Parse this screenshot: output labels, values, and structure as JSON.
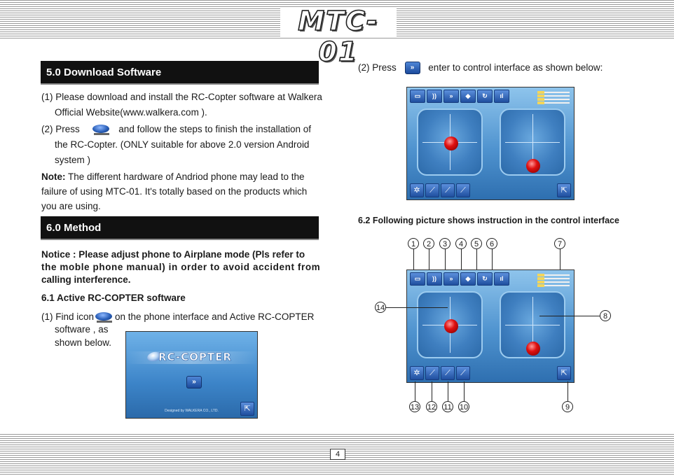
{
  "header": {
    "title": "MTC-01"
  },
  "left": {
    "sec5_heading": "5.0 Download Software",
    "sec5_p1_a": "(1) Please download and install the RC-Copter software at Walkera",
    "sec5_p1_b": "Official Website(www.walkera.com  ).",
    "sec5_p2_a_pre": "(2) Press",
    "sec5_p2_a_post": "and follow the steps to finish the installation of",
    "sec5_p2_b": "the RC-Copter. (ONLY suitable for above 2.0 version Android",
    "sec5_p2_c": "system )",
    "note_label": "Note:",
    "note_1": " The different hardware of Andriod phone may lead to the",
    "note_2": "failure of using MTC-01. It's totally based on the products which",
    "note_3": "you are using.",
    "sec6_heading": "6.0 Method",
    "notice_1": "Notice : Please adjust phone to Airplane mode (Pls refer to",
    "notice_2": "the moble phone manual) in order to avoid accident from",
    "notice_3": "calling interference.",
    "sec61_heading": "6.1 Active RC-COPTER software",
    "sec61_p1_pre": "(1) Find icon",
    "sec61_p1_post": "on the phone interface and Active RC-COPTER",
    "sec61_p2": "software ,  as",
    "sec61_p3": "shown below.",
    "splash_title": "RC-COPTER",
    "splash_footer": "Designed by WALKERA CO., LTD."
  },
  "right": {
    "press_pre": "(2) Press",
    "press_post": "enter to control interface as shown below:",
    "sec62_heading": "6.2 Following picture shows instruction in the control interface",
    "callouts_top": [
      "1",
      "2",
      "3",
      "4",
      "5",
      "6",
      "7"
    ],
    "callouts_side_left": "14",
    "callouts_side_right": "8",
    "callouts_bottom": [
      "13",
      "12",
      "11",
      "10",
      "9"
    ]
  },
  "footer": {
    "page": "4"
  }
}
